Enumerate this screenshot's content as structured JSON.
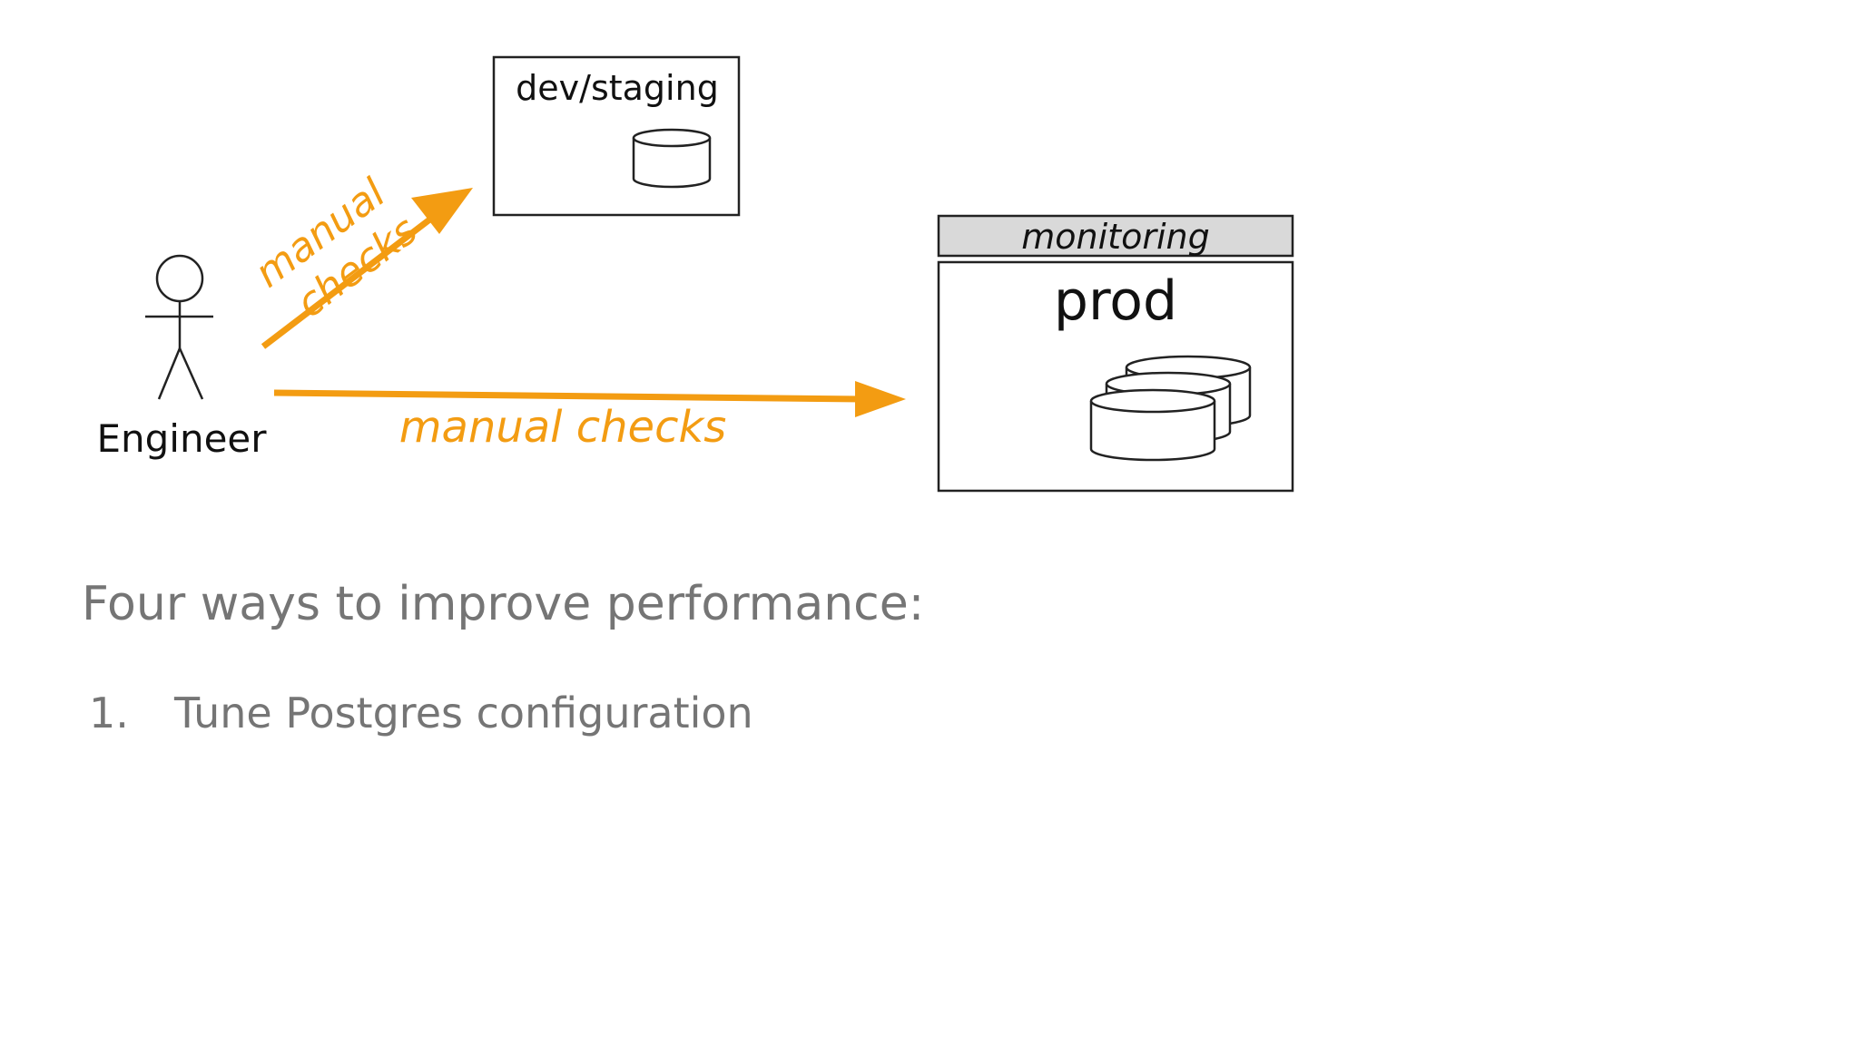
{
  "diagram": {
    "actor_label": "Engineer",
    "staging_label": "dev/staging",
    "monitoring_label": "monitoring",
    "prod_label": "prod",
    "diag_arrow_label_1": "manual",
    "diag_arrow_label_2": "checks",
    "straight_arrow_label": "manual checks",
    "colors": {
      "arrow": "#f39c12",
      "stroke": "#222222",
      "monitoring_fill": "#d9d9d9"
    }
  },
  "slide": {
    "heading": "Four ways to improve performance:",
    "list": [
      {
        "number": "1.",
        "text": "Tune Postgres configuration"
      }
    ]
  }
}
